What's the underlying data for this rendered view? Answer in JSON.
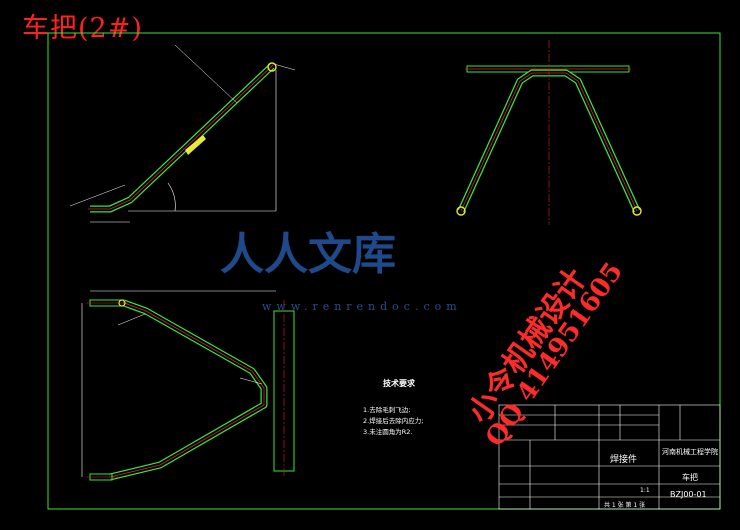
{
  "drawing": {
    "title": "车把(2#)",
    "tech_heading": "技术要求",
    "tech_notes": [
      "1.去除毛刺飞边;",
      "2.焊接后去除内应力;",
      "3.未注圆角为R2."
    ],
    "part_type": "焊接件",
    "school": "河南机械工程学院",
    "part_name": "车把",
    "drawing_no": "BZJ00-01",
    "sheet_info": "共 1 张  第 1 张",
    "scale": "1:1"
  },
  "watermark": {
    "brand": "人人文库",
    "site": "www.renrendoc.com",
    "designer": "小令机械设计",
    "qq": "QQ 414951605"
  },
  "colors": {
    "background": "#000000",
    "frame": "#39e639",
    "outline": "#39e639",
    "centerline": "#e02020",
    "dimension": "#ffffff",
    "accent": "#e8e83a",
    "watermark": "#ff2a2a"
  }
}
